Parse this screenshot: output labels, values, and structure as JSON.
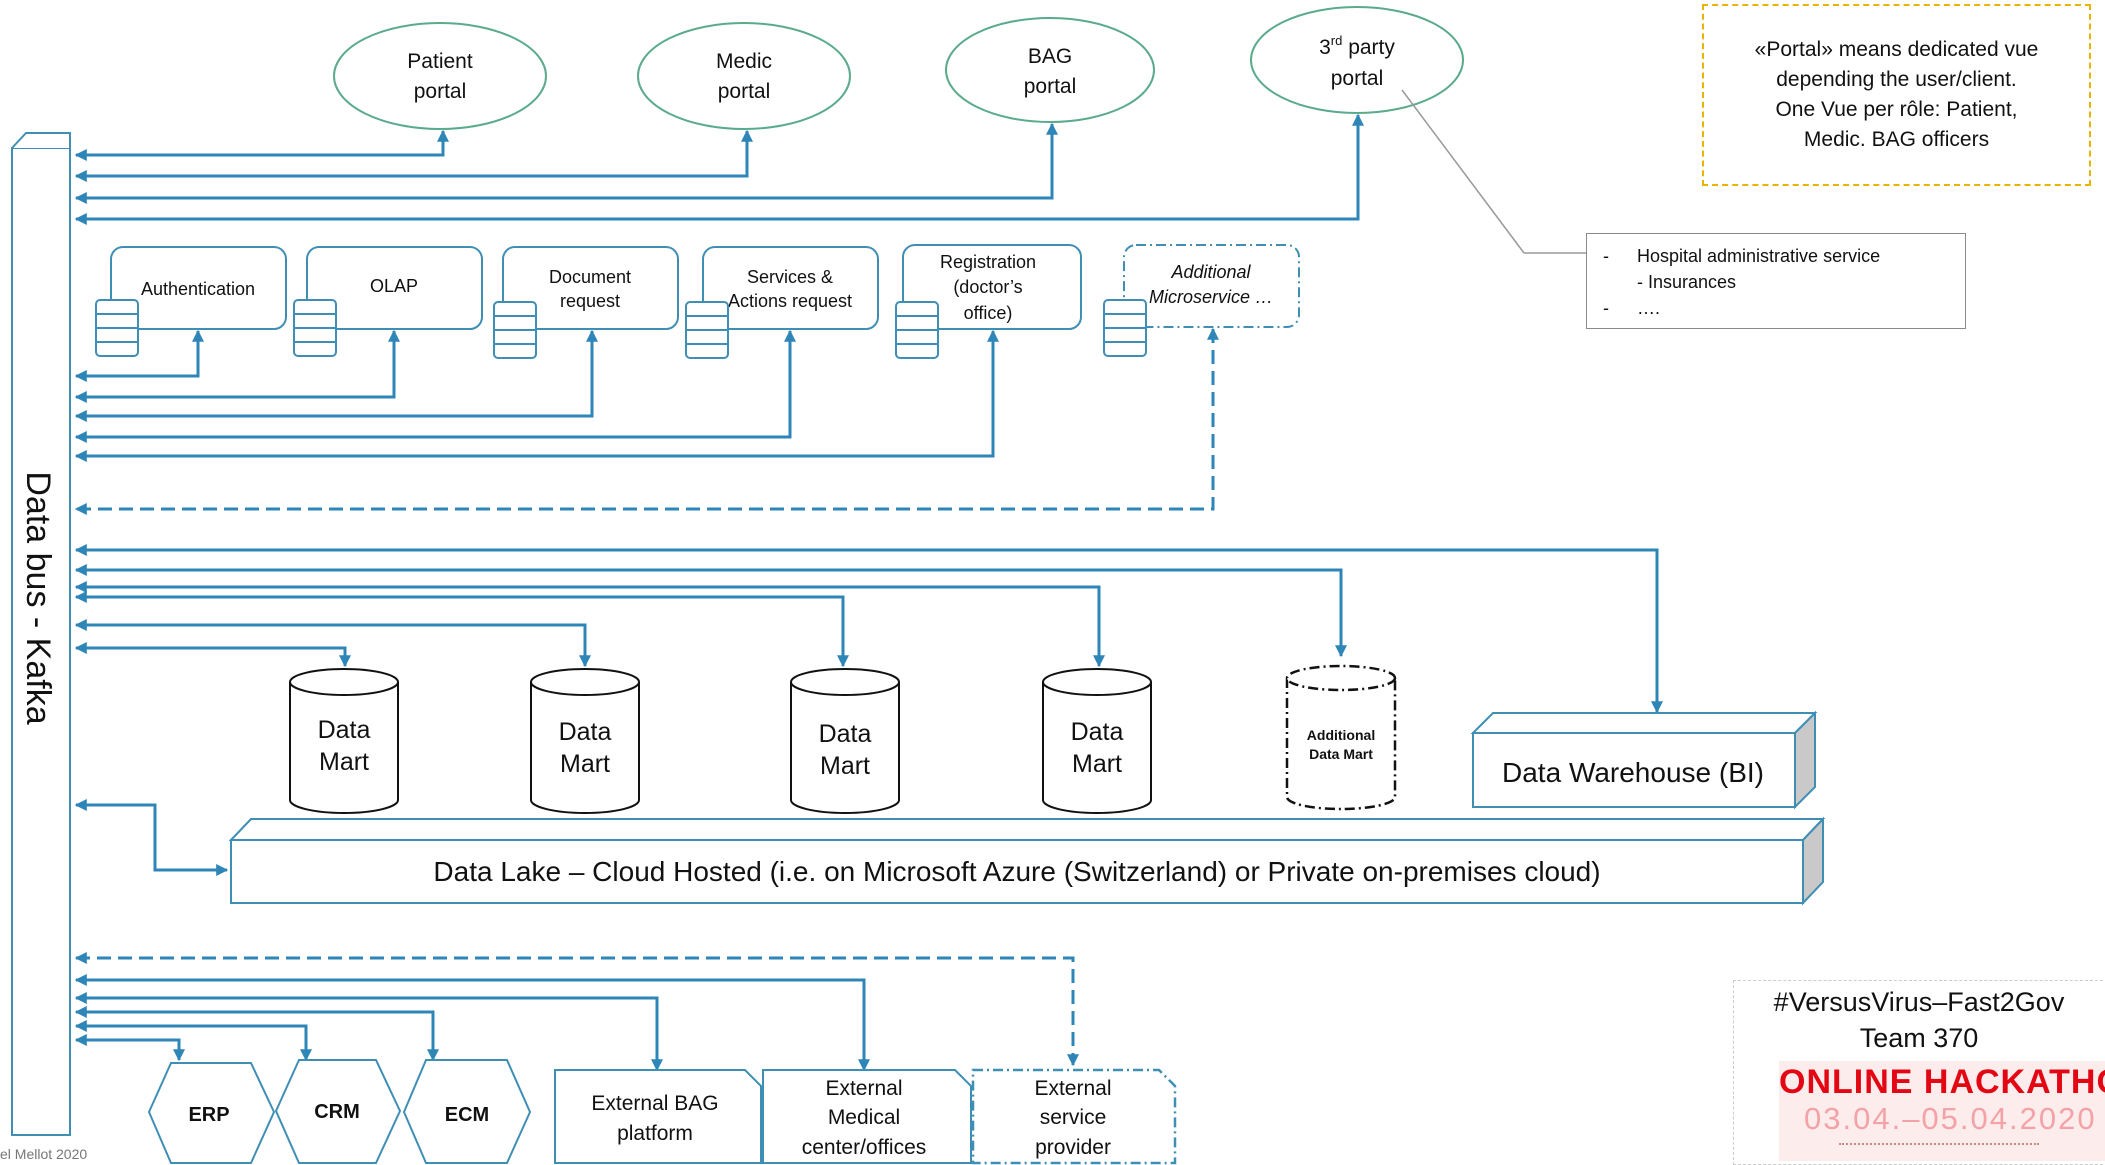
{
  "bus_label": "Data bus - Kafka",
  "portals": [
    {
      "l1": "Patient",
      "l2": "portal"
    },
    {
      "l1": "Medic",
      "l2": "portal"
    },
    {
      "l1": "BAG",
      "l2": "portal"
    },
    {
      "l1": "3",
      "sup": "rd",
      "l1b": " party",
      "l2": "portal"
    }
  ],
  "services": [
    {
      "lines": [
        "Authentication"
      ]
    },
    {
      "lines": [
        "OLAP"
      ]
    },
    {
      "lines": [
        "Document",
        "request"
      ]
    },
    {
      "lines": [
        "Services &",
        "Actions request"
      ]
    },
    {
      "lines": [
        "Registration",
        "(doctor’s",
        "office)"
      ]
    },
    {
      "lines": [
        "Additional",
        "Microservice …"
      ]
    }
  ],
  "data_marts": [
    {
      "l1": "Data",
      "l2": "Mart"
    },
    {
      "l1": "Data",
      "l2": "Mart"
    },
    {
      "l1": "Data",
      "l2": "Mart"
    },
    {
      "l1": "Data",
      "l2": "Mart"
    },
    {
      "l1": "Additional",
      "l2": "Data Mart"
    }
  ],
  "data_warehouse": "Data Warehouse (BI)",
  "data_lake": "Data Lake – Cloud Hosted (i.e. on Microsoft Azure (Switzerland) or Private on-premises cloud)",
  "systems": [
    "ERP",
    "CRM",
    "ECM"
  ],
  "externals": [
    {
      "lines": [
        "External BAG",
        "platform"
      ]
    },
    {
      "lines": [
        "External",
        "Medical",
        "center/offices"
      ]
    },
    {
      "lines": [
        "External",
        "service",
        "provider"
      ]
    }
  ],
  "note": "«Portal» means dedicated vue depending the user/client.\nOne Vue per rôle: Patient,\nMedic. BAG officers",
  "insurances": {
    "items": [
      "Hospital administrative service",
      "- Insurances",
      "…."
    ],
    "bullet": "-"
  },
  "hackathon": {
    "line1": "#VersusVirus–Fast2Gov",
    "line2": "Team 370",
    "logo_title": "ONLINE HACKATHON",
    "logo_dates": "03.04.–05.04.2020"
  },
  "copyright": "el Mellot 2020",
  "colors": {
    "line": "#2e86b8",
    "portal": "#5aaa8c",
    "box": "#3f8fb5"
  }
}
